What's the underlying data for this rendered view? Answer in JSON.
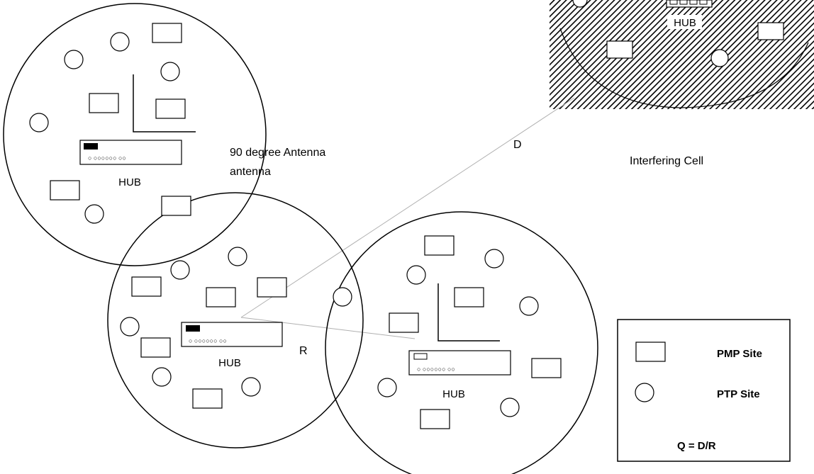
{
  "labels": {
    "hub": "HUB",
    "antenna_line1": "90 degree  Antenna",
    "antenna_line2": "antenna",
    "d": "D",
    "r": "R",
    "interfering_cell": "Interfering  Cell"
  },
  "legend": {
    "pmp": "PMP Site",
    "ptp": "PTP Site",
    "q": "Q = D/R"
  },
  "colors": {
    "line": "#000000",
    "link": "#b0b0b0",
    "hub_block": "#000000"
  }
}
